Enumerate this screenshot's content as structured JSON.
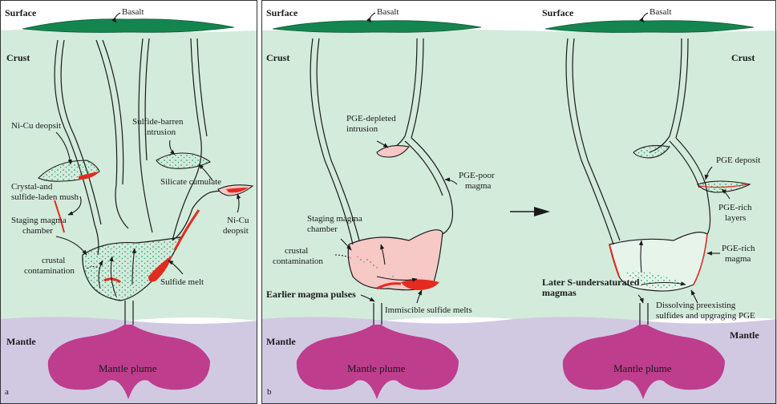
{
  "colors": {
    "crust": "#d3ebdb",
    "mantle": "#d1c9e2",
    "basalt": "#14854f",
    "plume": "#bf3d8d",
    "magma_pink": "#f6c8c6",
    "sulfide_red": "#e32b1f",
    "green_dots": "#2ea46a"
  },
  "panel_a": {
    "letter": "a",
    "surface": "Surface",
    "basalt": "Basalt",
    "crust": "Crust",
    "mantle": "Mantle",
    "plume": "Mantle plume",
    "ni_cu_deposit_left": "Ni-Cu deopsit",
    "sulfide_barren_1": "Sulfide-barren",
    "sulfide_barren_2": "intrusion",
    "crystal_mush_1": "Crystal-and",
    "crystal_mush_2": "sulfide-laden mush",
    "silicate_cumulate": "Silicate cumulate",
    "staging_1": "Staging magma",
    "staging_2": "chamber",
    "ni_cu_right_1": "Ni-Cu",
    "ni_cu_right_2": "deopsit",
    "crustal": "crustal",
    "contamination": "contamination",
    "sulfide_melt": "Sulfide melt"
  },
  "panel_b": {
    "letter": "b",
    "surface": "Surface",
    "basalt": "Basalt",
    "crust": "Crust",
    "mantle": "Mantle",
    "plume": "Mantle plume",
    "pge_depleted_1": "PGE-depleted",
    "pge_depleted_2": "intrusion",
    "pge_poor_1": "PGE-poor",
    "pge_poor_2": "magma",
    "staging_1": "Staging magma",
    "staging_2": "chamber",
    "crustal": "crustal",
    "contamination": "contamination",
    "earlier_pulses": "Earlier magma pulses",
    "immiscible": "Immiscible sulfide melts"
  },
  "panel_c": {
    "surface": "Surface",
    "basalt": "Basalt",
    "crust": "Crust",
    "mantle": "Mantle",
    "plume": "Mantle plume",
    "pge_deposit": "PGE deposit",
    "pge_layers_1": "PGE-rich",
    "pge_layers_2": "layers",
    "pge_magma_1": "PGE-rich",
    "pge_magma_2": "magma",
    "later_1": "Later S-undersaturated",
    "later_2": "magmas",
    "dissolving_1": "Dissolving preexisting",
    "dissolving_2": "sulfides and upgraging PGE"
  }
}
